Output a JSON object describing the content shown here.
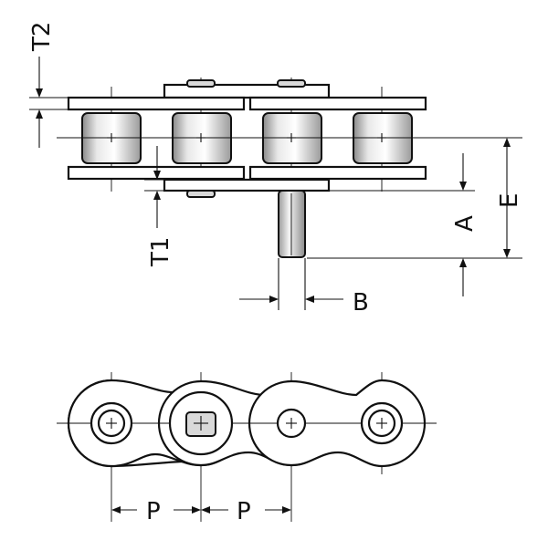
{
  "labels": {
    "t2": "T2",
    "t1": "T1",
    "a": "A",
    "e": "E",
    "b": "B",
    "p1": "P",
    "p2": "P"
  }
}
